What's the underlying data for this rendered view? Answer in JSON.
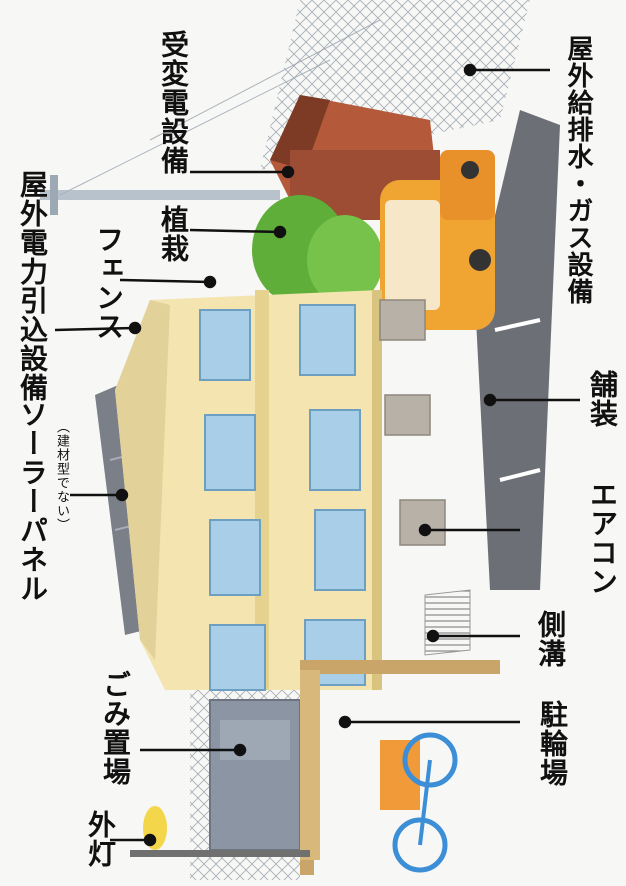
{
  "labels": {
    "outdoor_power_line": "屋外電力引込設備",
    "fence": "フェンス",
    "planting": "植栽",
    "substation": "受変電設備",
    "outdoor_water_gas": "屋外給排水・ガス設備",
    "solar_panel": "ソーラーパネル",
    "solar_note": "（建材型でない）",
    "paving": "舗装",
    "air_conditioner": "エアコン",
    "gutter": "側溝",
    "garbage_area": "ごみ置場",
    "bicycle_parking": "駐輪場",
    "outdoor_light": "外灯"
  },
  "colors": {
    "building": "#f3e4b0",
    "window": "#a9cfe8",
    "substation_roof": "#9c4d33",
    "car": "#f0a533",
    "paving": "#6c6f75",
    "planting": "#5fae3a",
    "solar": "#7a7f88"
  }
}
